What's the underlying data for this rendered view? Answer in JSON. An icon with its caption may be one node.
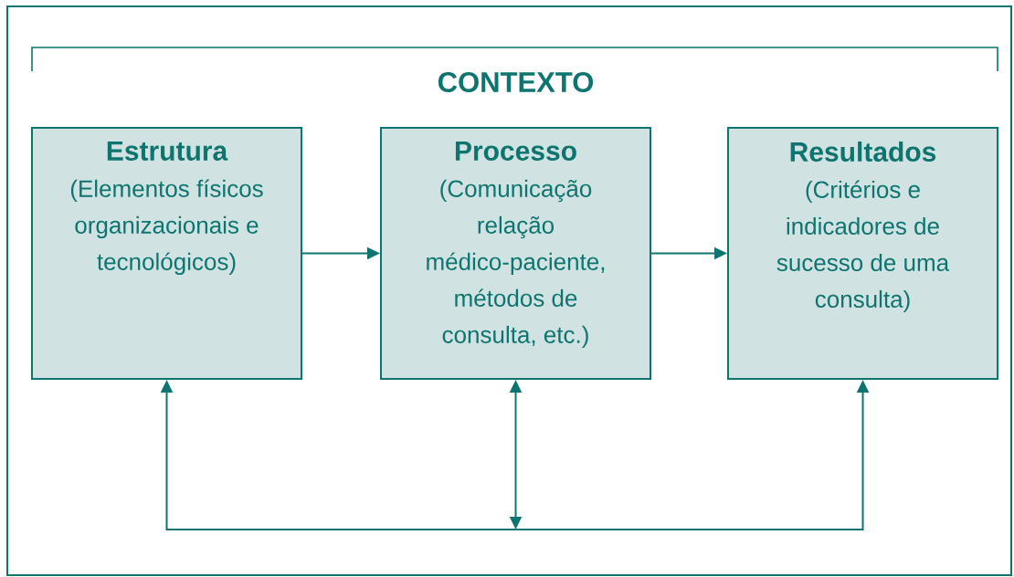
{
  "diagram": {
    "nodes": [
      {
        "text": [
          "Estrutura",
          "(Elementos físicos organizacionais e tecnológicos)"
        ]
      },
      {
        "text": [
          "Processo",
          "(Comunicação relação médico-paciente, métodos de consulta, etc.)"
        ]
      },
      {
        "text": [
          "Resultados",
          "(Critérios e indicadores de sucesso de uma consulta)"
        ]
      }
    ],
    "edges": [
      {
        "from": 0,
        "to": 1,
        "arrow": "to"
      },
      {
        "from": 1,
        "to": 2,
        "arrow": "to"
      },
      {
        "from": 0,
        "to": 2,
        "arrow": "both"
      },
      {
        "from": 1,
        "to": null,
        "arrow": "both"
      }
    ],
    "labels": [
      "CONTEXTO"
    ]
  }
}
